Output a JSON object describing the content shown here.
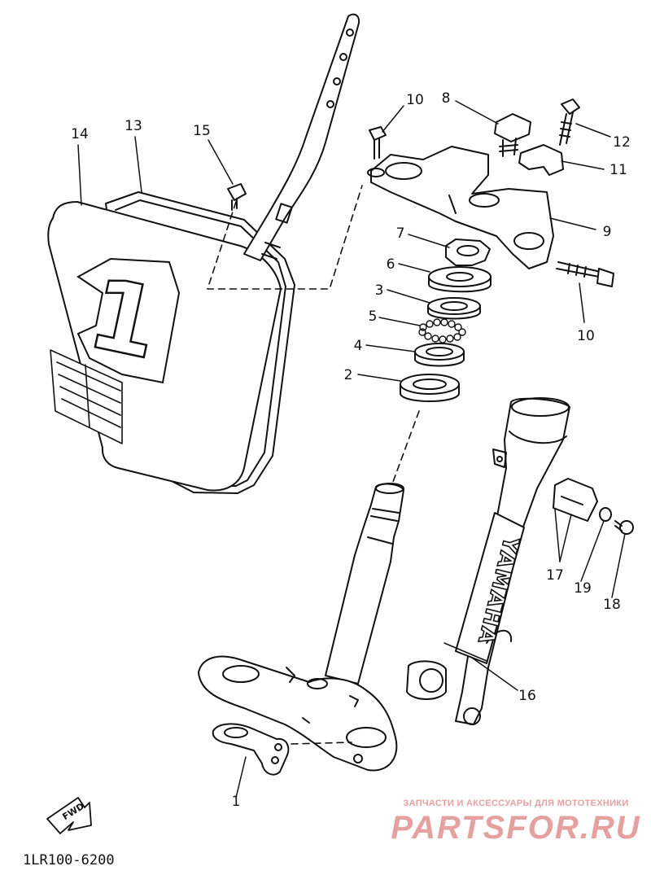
{
  "callouts": {
    "p1": "1",
    "p2": "2",
    "p3": "3",
    "p4": "4",
    "p5": "5",
    "p6": "6",
    "p7": "7",
    "p8": "8",
    "p9": "9",
    "p10a": "10",
    "p10b": "10",
    "p11": "11",
    "p12": "12",
    "p13": "13",
    "p14": "14",
    "p15": "15",
    "p16": "16",
    "p17": "17",
    "p18": "18",
    "p19": "19"
  },
  "plate_number": "1",
  "fwd_label": "FWD",
  "fork_brand": "YAMAHA",
  "diagram_code": "1LR100-6200",
  "watermark": {
    "caption": "ЗАПЧАСТИ И АКСЕССУАРЫ ДЛЯ МОТОТЕХНИКИ",
    "logo": "PARTSFOR.RU",
    "color": "#e5a0a0"
  },
  "colors": {
    "ink": "#111111",
    "paper": "#ffffff"
  }
}
